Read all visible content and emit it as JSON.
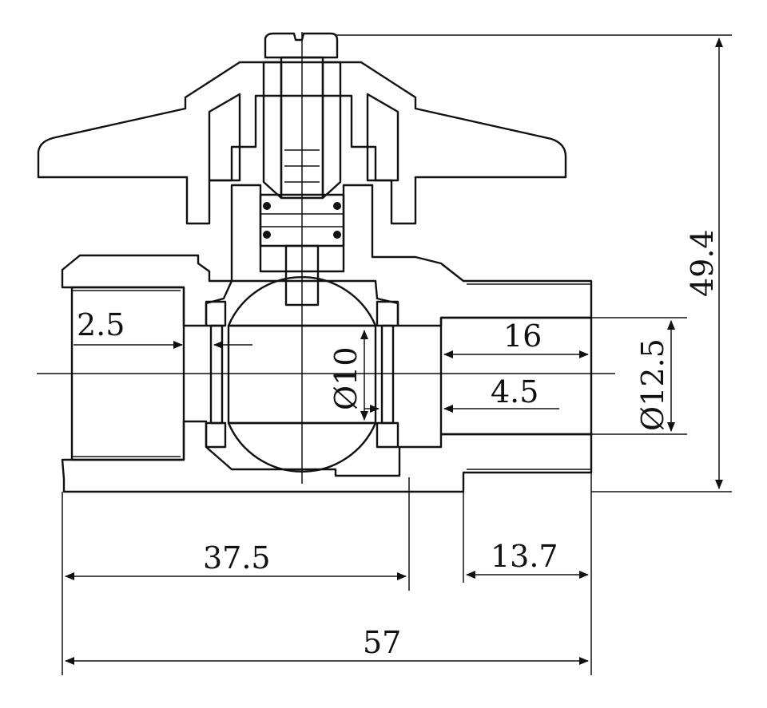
{
  "dimensions": {
    "overall_height": "49.4",
    "overall_length": "57",
    "left_to_stem": "37.5",
    "right_thread": "13.7",
    "outlet_depth": "16",
    "bore_diameter": "Ø12.5",
    "ball_diameter": "Ø10",
    "seat_width": "4.5",
    "inlet_depth": "2.5"
  }
}
